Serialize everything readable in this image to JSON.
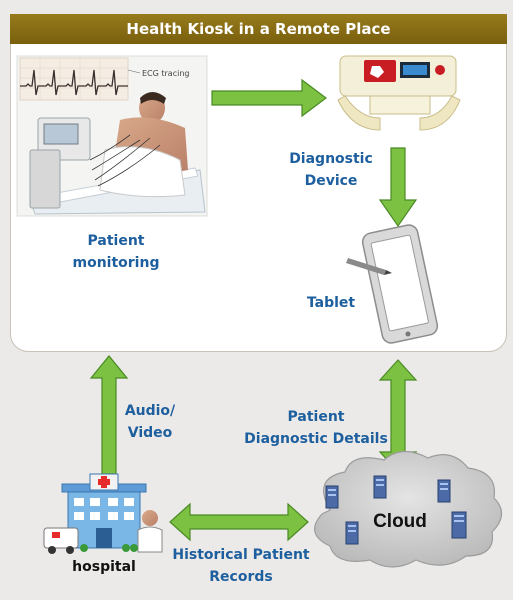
{
  "banner": {
    "title": "Health Kiosk in a Remote Place"
  },
  "ecg": {
    "label": "ECG tracing"
  },
  "labels": {
    "patient_monitoring": [
      "Patient",
      "monitoring"
    ],
    "diagnostic_device": [
      "Diagnostic",
      "Device"
    ],
    "tablet": "Tablet",
    "audio_video": [
      "Audio/",
      "Video"
    ],
    "patient_diagnostic_details": [
      "Patient",
      "Diagnostic Details"
    ],
    "historical_records": [
      "Historical Patient",
      "Records"
    ],
    "cloud": "Cloud",
    "hospital": "hospital"
  },
  "colors": {
    "arrow_fill": "#7cc142",
    "arrow_stroke": "#4a8a25",
    "label_text": "#1d5f9e",
    "banner": "#8a6d16"
  },
  "icons": [
    "patient-photo",
    "diagnostic-device-icon",
    "tablet-icon",
    "hospital-icon",
    "cloud-icon",
    "server-icon"
  ]
}
